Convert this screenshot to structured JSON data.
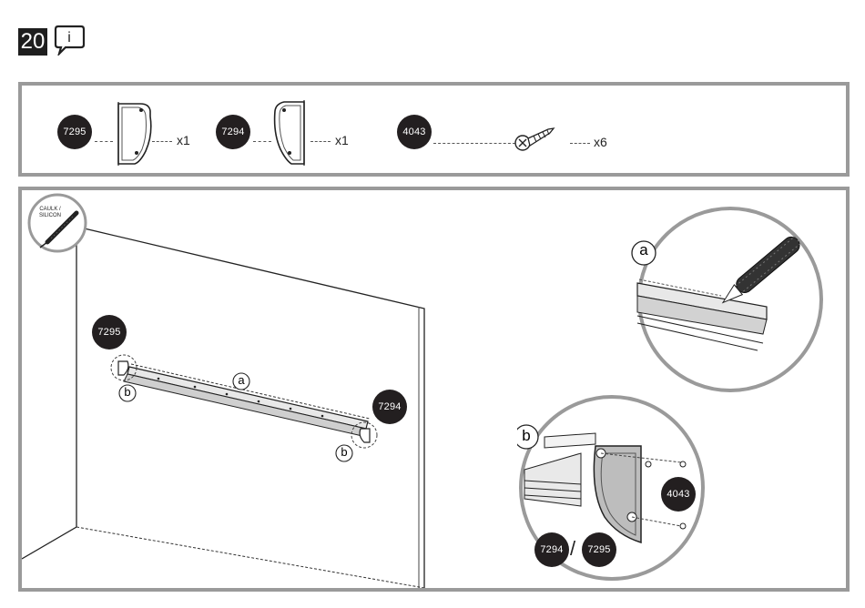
{
  "step": {
    "number": "20"
  },
  "icons": {
    "info": "info-speech-bubble-icon",
    "caulk": "caulk-gun-icon",
    "screw": "screw-icon"
  },
  "parts": [
    {
      "id": "7295",
      "qty": "x1"
    },
    {
      "id": "7294",
      "qty": "x1"
    },
    {
      "id": "4043",
      "qty": "x6"
    }
  ],
  "tool": {
    "line1": "CAULK /",
    "line2": "SILICON"
  },
  "callouts": {
    "a": "a",
    "b": "b"
  },
  "main": {
    "left_part_id": "7295",
    "right_part_id": "7294",
    "detail_screw_id": "4043",
    "detail_left_id": "7294",
    "detail_sep": "/",
    "detail_right_id": "7295"
  },
  "colors": {
    "badge": "#231f20",
    "panel_border": "#9a9a9a",
    "cap_fill": "#bdbdbd"
  }
}
